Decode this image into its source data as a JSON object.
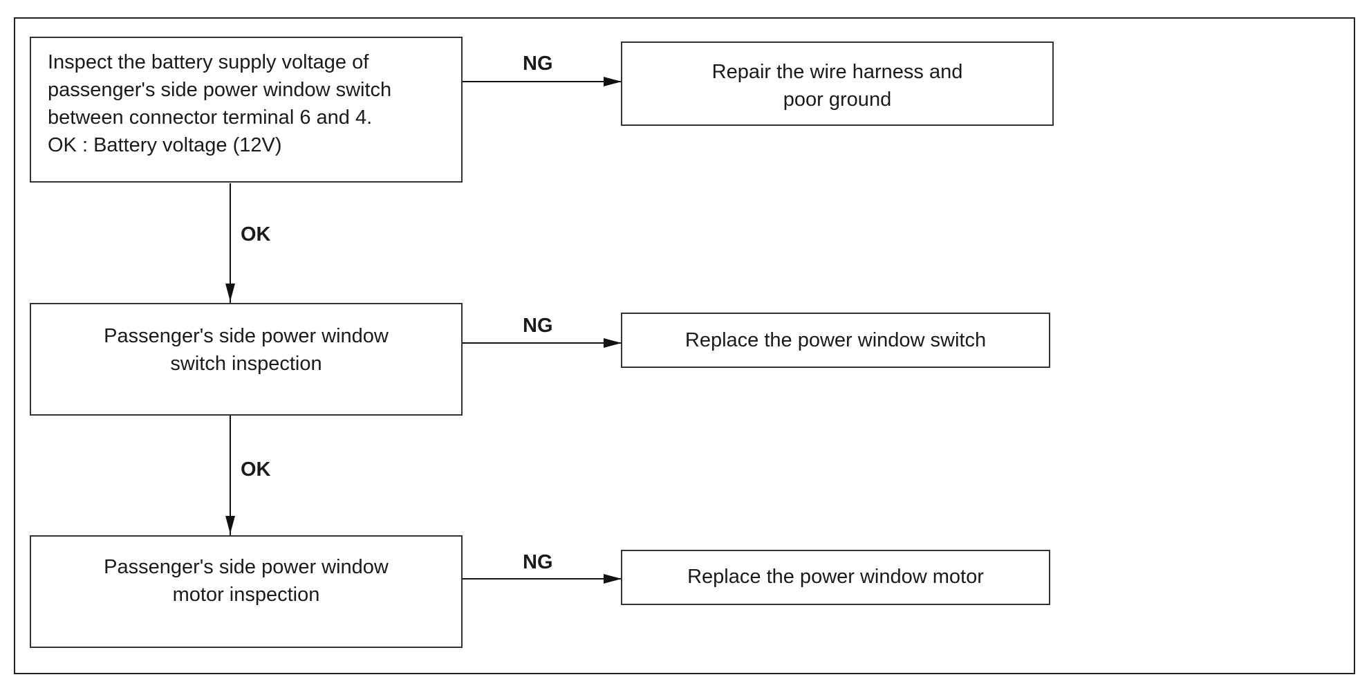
{
  "nodes": {
    "check_battery": {
      "lines": [
        "Inspect the battery supply voltage of",
        "passenger's side power window switch",
        "between connector terminal 6 and 4.",
        "OK : Battery voltage (12V)"
      ]
    },
    "repair_harness": {
      "lines": [
        "Repair the wire harness and",
        "poor ground"
      ]
    },
    "switch_inspection": {
      "lines": [
        "Passenger's side power window",
        "switch inspection"
      ]
    },
    "replace_switch": {
      "lines": [
        "Replace the power window switch"
      ]
    },
    "motor_inspection": {
      "lines": [
        "Passenger's side power window",
        "motor inspection"
      ]
    },
    "replace_motor": {
      "lines": [
        "Replace the power window motor"
      ]
    }
  },
  "edges": [
    {
      "from": "check_battery",
      "to": "repair_harness",
      "label": "NG"
    },
    {
      "from": "check_battery",
      "to": "switch_inspection",
      "label": "OK"
    },
    {
      "from": "switch_inspection",
      "to": "replace_switch",
      "label": "NG"
    },
    {
      "from": "switch_inspection",
      "to": "motor_inspection",
      "label": "OK"
    },
    {
      "from": "motor_inspection",
      "to": "replace_motor",
      "label": "NG"
    }
  ]
}
